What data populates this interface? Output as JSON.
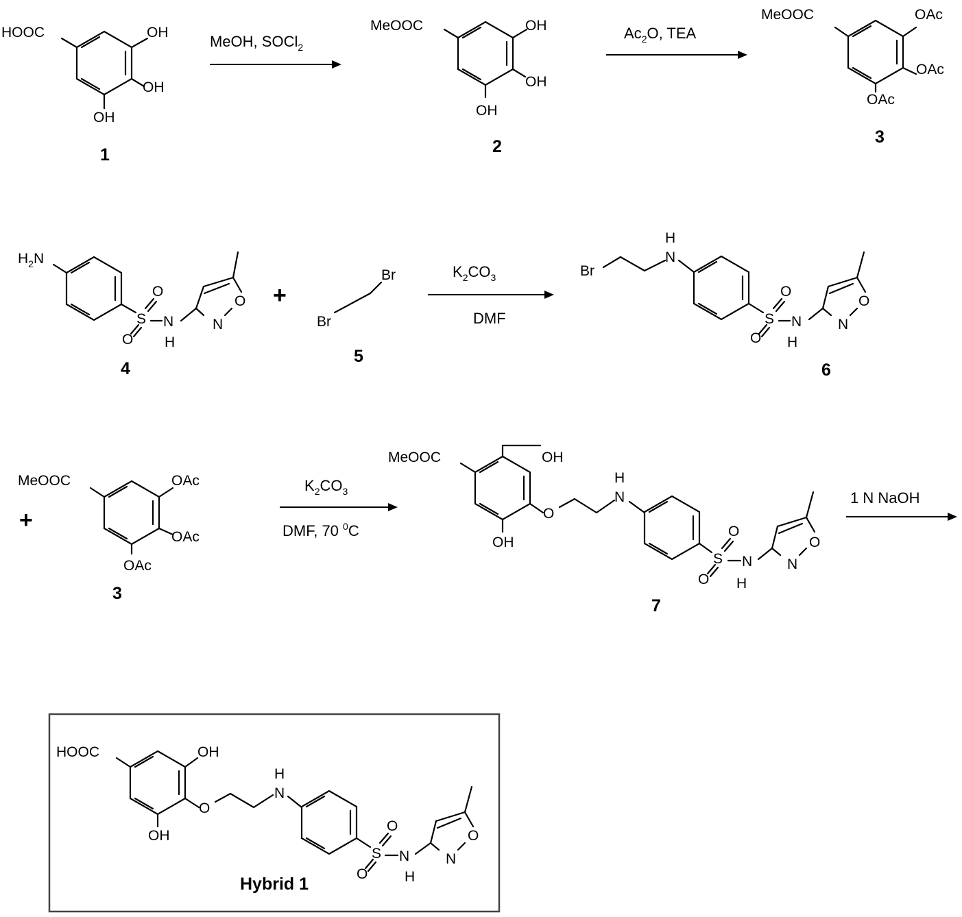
{
  "scheme": {
    "step1": {
      "compound_1": {
        "cooh": "HOOC",
        "oh_top": "OH",
        "oh_mid": "OH",
        "oh_bottom": "OH",
        "number": "1"
      },
      "reagent": {
        "main": "MeOH, SOCl",
        "sub": "2"
      },
      "compound_2": {
        "ester": "MeOOC",
        "oh_top": "OH",
        "oh_mid": "OH",
        "oh_bottom": "OH",
        "number": "2"
      },
      "reagent2": {
        "pre": "Ac",
        "sub": "2",
        "post": "O, TEA"
      },
      "compound_3": {
        "ester": "MeOOC",
        "oac_top": "OAc",
        "oac_mid": "OAc",
        "oac_bottom": "OAc",
        "number": "3"
      }
    },
    "step2": {
      "compound_4": {
        "h2n": "H",
        "h2n_sub": "2",
        "h2n_n": "N",
        "s": "S",
        "o1": "O",
        "o2": "O",
        "nh_n": "N",
        "nh_h": "H",
        "iso_n": "N",
        "iso_o": "O",
        "number": "4"
      },
      "plus": "+",
      "compound_5": {
        "br1": "Br",
        "br2": "Br",
        "number": "5"
      },
      "reagent_top": {
        "pre": "K",
        "sub1": "2",
        "mid": "CO",
        "sub2": "3"
      },
      "reagent_bottom": "DMF",
      "compound_6": {
        "br": "Br",
        "nh_h": "H",
        "nh_n": "N",
        "s": "S",
        "o1": "O",
        "o2": "O",
        "nh2_n": "N",
        "nh2_h": "H",
        "iso_n": "N",
        "iso_o": "O",
        "number": "6"
      }
    },
    "step3": {
      "plus": "+",
      "compound_3": {
        "ester": "MeOOC",
        "oac_top": "OAc",
        "oac_mid": "OAc",
        "oac_bottom": "OAc",
        "number": "3"
      },
      "reagent_top": {
        "pre": "K",
        "sub1": "2",
        "mid": "CO",
        "sub2": "3"
      },
      "reagent_bottom": {
        "main": "DMF, 70 ",
        "sup": "0",
        "unit": "C"
      },
      "compound_7": {
        "ester": "MeOOC",
        "oh_top": "OH",
        "oh_bottom": "OH",
        "ether_o": "O",
        "nh_h": "H",
        "nh_n": "N",
        "s": "S",
        "o1": "O",
        "o2": "O",
        "nh2_n": "N",
        "nh2_h": "H",
        "iso_n": "N",
        "iso_o": "O",
        "number": "7"
      },
      "reagent_final": "1 N NaOH"
    },
    "product": {
      "cooh": "HOOC",
      "oh_top": "OH",
      "oh_bottom": "OH",
      "ether_o": "O",
      "nh_h": "H",
      "nh_n": "N",
      "s": "S",
      "o1": "O",
      "o2": "O",
      "nh2_n": "N",
      "nh2_h": "H",
      "iso_n": "N",
      "iso_o": "O",
      "label": "Hybrid 1"
    }
  }
}
